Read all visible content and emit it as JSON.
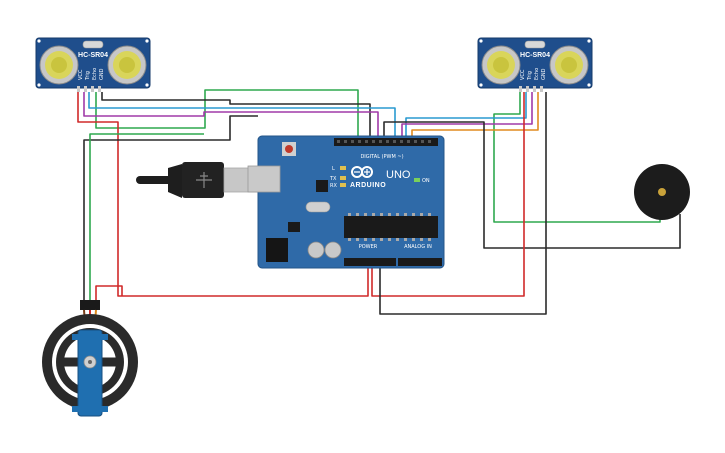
{
  "sensors": [
    {
      "label": "HC-SR04",
      "pins": [
        "VCC",
        "Trig",
        "Echo",
        "GND"
      ]
    },
    {
      "label": "HC-SR04",
      "pins": [
        "VCC",
        "Trig",
        "Echo",
        "GND"
      ]
    }
  ],
  "board": {
    "brand": "ARDUINO",
    "model": "UNO",
    "digital_label": "DIGITAL (PWM ~)",
    "power_label": "POWER",
    "analog_label": "ANALOG IN",
    "tx_label": "TX",
    "rx_label": "RX",
    "l_label": "L",
    "on_label": "ON"
  },
  "colors": {
    "board": "#2f6aa8",
    "sensor": "#1f4e8c",
    "wire_red": "#d02a2a",
    "wire_black": "#2b2b2b",
    "wire_green": "#2fa84f",
    "wire_blue": "#2a9ad0",
    "wire_purple": "#a03aa8",
    "wire_orange": "#e08a1e",
    "servo": "#1f6fb0",
    "buzzer": "#1c1c1c"
  }
}
